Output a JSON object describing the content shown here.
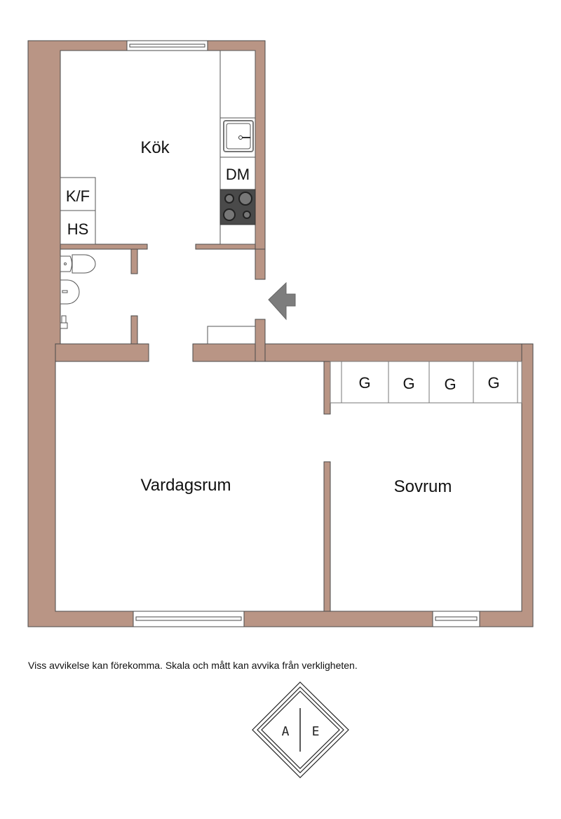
{
  "colors": {
    "wall": "#b99585",
    "outline": "#4a4a4a",
    "stove": "#4a4a4a",
    "arrow": "#7d7d7d"
  },
  "rooms": {
    "kitchen": "Kök",
    "living_room": "Vardagsrum",
    "bedroom": "Sovrum"
  },
  "fixtures": {
    "fridge_freezer": "K/F",
    "tall_cabinet": "HS",
    "dishwasher": "DM",
    "wardrobes": [
      "G",
      "G",
      "G",
      "G"
    ]
  },
  "disclaimer": "Viss avvikelse kan förekomma. Skala och mått kan avvika från verkligheten.",
  "logo": {
    "left": "A",
    "right": "E"
  }
}
